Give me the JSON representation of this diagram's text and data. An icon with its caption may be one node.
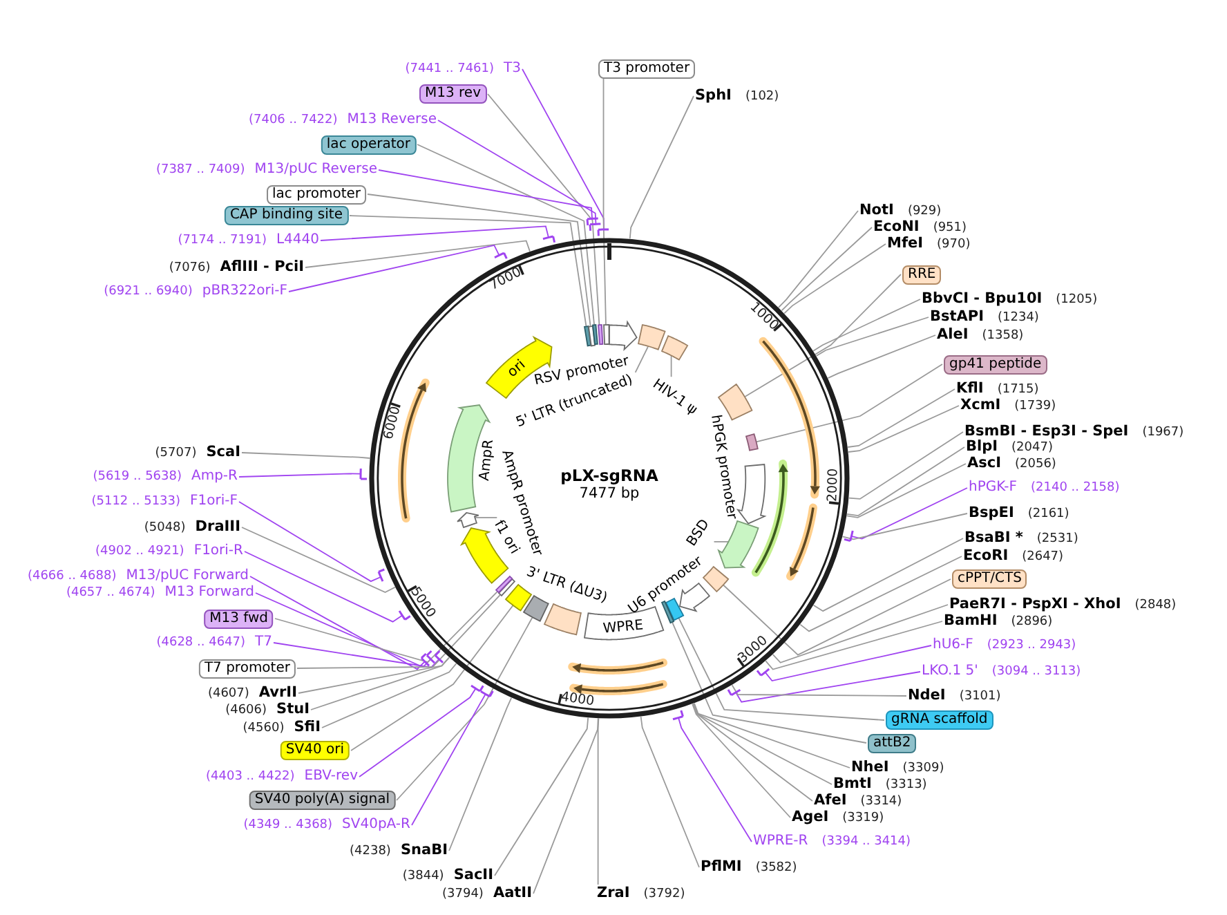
{
  "diagram": {
    "nodes": [
      {
        "text": [
          "pLX-sgRNA",
          "7477 bp"
        ]
      },
      {
        "text": [],
        "shape": "arrow",
        "in": 0,
        "beside": [
          "RSV promoter"
        ]
      },
      {
        "text": [],
        "shape": "box",
        "in": 0
      },
      {
        "text": [],
        "shape": "box",
        "in": 0
      },
      {
        "text": [],
        "shape": "box",
        "in": 0
      },
      {
        "text": [],
        "shape": "box",
        "in": 0
      },
      {
        "text": [],
        "shape": "arrow",
        "in": 0,
        "beside": [
          "hPGK promoter"
        ]
      },
      {
        "text": [],
        "shape": "arrow",
        "in": 0
      },
      {
        "text": [],
        "shape": "box",
        "in": 0
      },
      {
        "text": [],
        "shape": "arrow",
        "in": 0,
        "beside": [
          "U6 promoter"
        ]
      },
      {
        "text": [],
        "shape": "box",
        "in": 0
      },
      {
        "text": [],
        "shape": "box",
        "in": 0
      },
      {
        "text": [
          "WPRE"
        ],
        "in": 0
      },
      {
        "text": [],
        "shape": "box",
        "in": 0,
        "beside": [
          "3' LTR (ΔU3)"
        ]
      },
      {
        "text": [],
        "shape": "box",
        "in": 0
      },
      {
        "text": [],
        "shape": "box",
        "in": 0
      },
      {
        "text": [],
        "shape": "box",
        "in": 0
      },
      {
        "text": [],
        "shape": "box",
        "in": 0
      },
      {
        "text": [],
        "shape": "arrow",
        "in": 0,
        "beside": [
          "f1 ori"
        ]
      },
      {
        "text": [],
        "shape": "arrow",
        "in": 0
      },
      {
        "text": [],
        "shape": "arrow",
        "in": 0,
        "beside": [
          "AmpR"
        ]
      },
      {
        "text": [
          "ori"
        ],
        "in": 0
      },
      {
        "text": [],
        "shape": "box",
        "in": 0
      },
      {
        "text": [],
        "shape": "box",
        "in": 0
      },
      {
        "text": [],
        "shape": "box",
        "in": 0
      },
      {
        "text": [],
        "shape": "box",
        "in": 0
      },
      {
        "text": [],
        "shape": "box",
        "in": 0
      },
      {
        "text": [
          "5' LTR (truncated)"
        ],
        "in": 0
      },
      {
        "text": [
          "HIV-1 ψ"
        ],
        "in": 0
      },
      {
        "text": [
          "BSD"
        ],
        "in": 0
      },
      {
        "text": [
          "(7441 .. 7461)",
          "T3"
        ]
      },
      {
        "text": [
          "M13 rev"
        ]
      },
      {
        "text": [
          "(7406 .. 7422)",
          "M13 Reverse"
        ]
      },
      {
        "text": [
          "lac operator"
        ]
      },
      {
        "text": [
          "(7387 .. 7409)",
          "M13/pUC Reverse"
        ]
      },
      {
        "text": [
          "lac promoter"
        ]
      },
      {
        "text": [
          "CAP binding site"
        ]
      },
      {
        "text": [
          "(7174 .. 7191)",
          "L4440"
        ]
      },
      {
        "text": [
          "(7076)",
          "AflIII - PciI"
        ]
      },
      {
        "text": [
          "(6921 .. 6940)",
          "pBR322ori-F"
        ]
      },
      {
        "text": [
          "T3 promoter"
        ]
      },
      {
        "text": [
          "SphI",
          "(102)"
        ]
      },
      {
        "text": [
          "NotI",
          "(929)"
        ]
      },
      {
        "text": [
          "EcoNI",
          "(951)"
        ]
      },
      {
        "text": [
          "MfeI",
          "(970)"
        ]
      },
      {
        "text": [
          "RRE"
        ]
      },
      {
        "text": [
          "BbvCI - Bpu10I",
          "(1205)"
        ]
      },
      {
        "text": [
          "BstAPI",
          "(1234)"
        ]
      },
      {
        "text": [
          "AleI",
          "(1358)"
        ]
      },
      {
        "text": [
          "gp41 peptide"
        ]
      },
      {
        "text": [
          "KflI",
          "(1715)"
        ]
      },
      {
        "text": [
          "XcmI",
          "(1739)"
        ]
      },
      {
        "text": [
          "BsmBI - Esp3I - SpeI",
          "(1967)"
        ]
      },
      {
        "text": [
          "BlpI",
          "(2047)"
        ]
      },
      {
        "text": [
          "AscI",
          "(2056)"
        ]
      },
      {
        "text": [
          "hPGK-F",
          "(2140 .. 2158)"
        ]
      },
      {
        "text": [
          "BspEI",
          "(2161)"
        ]
      },
      {
        "text": [
          "BsaBI *",
          "(2531)"
        ]
      },
      {
        "text": [
          "EcoRI",
          "(2647)"
        ]
      },
      {
        "text": [
          "cPPT/CTS"
        ]
      },
      {
        "text": [
          "PaeR7I - PspXI - XhoI",
          "(2848)"
        ]
      },
      {
        "text": [
          "BamHI",
          "(2896)"
        ]
      },
      {
        "text": [
          "hU6-F",
          "(2923 .. 2943)"
        ]
      },
      {
        "text": [
          "LKO.1 5'",
          "(3094 .. 3113)"
        ]
      },
      {
        "text": [
          "NdeI",
          "(3101)"
        ]
      },
      {
        "text": [
          "gRNA scaffold"
        ]
      },
      {
        "text": [
          "attB2"
        ]
      },
      {
        "text": [
          "NheI",
          "(3309)"
        ]
      },
      {
        "text": [
          "BmtI",
          "(3313)"
        ]
      },
      {
        "text": [
          "AfeI",
          "(3314)"
        ]
      },
      {
        "text": [
          "AgeI",
          "(3319)"
        ]
      },
      {
        "text": [
          "WPRE-R",
          "(3394 .. 3414)"
        ]
      },
      {
        "text": [
          "PflMI",
          "(3582)"
        ]
      },
      {
        "text": [
          "ZraI",
          "(3792)"
        ]
      },
      {
        "text": [
          "(5707)",
          "ScaI"
        ]
      },
      {
        "text": [
          "(5619 .. 5638)",
          "Amp-R"
        ]
      },
      {
        "text": [
          "(5112 .. 5133)",
          "F1ori-F"
        ]
      },
      {
        "text": [
          "(5048)",
          "DraIII"
        ]
      },
      {
        "text": [
          "(4902 .. 4921)",
          "F1ori-R"
        ]
      },
      {
        "text": [
          "(4666 .. 4688)",
          "M13/pUC Forward"
        ]
      },
      {
        "text": [
          "(4657 .. 4674)",
          "M13 Forward"
        ]
      },
      {
        "text": [
          "M13 fwd"
        ]
      },
      {
        "text": [
          "(4628 .. 4647)",
          "T7"
        ]
      },
      {
        "text": [
          "T7 promoter"
        ]
      },
      {
        "text": [
          "(4607)",
          "AvrII"
        ]
      },
      {
        "text": [
          "(4606)",
          "StuI"
        ]
      },
      {
        "text": [
          "(4560)",
          "SfiI"
        ]
      },
      {
        "text": [
          "SV40 ori"
        ]
      },
      {
        "text": [
          "(4403 .. 4422)",
          "EBV-rev"
        ]
      },
      {
        "text": [
          "SV40 poly(A) signal"
        ]
      },
      {
        "text": [
          "(4349 .. 4368)",
          "SV40pA-R"
        ]
      },
      {
        "text": [
          "(4238)",
          "SnaBI"
        ]
      },
      {
        "text": [
          "(3844)",
          "SacII"
        ]
      },
      {
        "text": [
          "(3794)",
          "AatII"
        ]
      },
      {
        "text": [],
        "shape": "bar"
      },
      {
        "text": [],
        "shape": "bar"
      },
      {
        "text": [],
        "shape": "bar"
      },
      {
        "text": [],
        "shape": "bar"
      },
      {
        "text": [],
        "shape": "bar"
      },
      {
        "text": [],
        "shape": "bar"
      },
      {
        "text": [],
        "shape": "bar"
      },
      {
        "text": [],
        "shape": "bar"
      },
      {
        "text": [],
        "shape": "bar"
      },
      {
        "text": [],
        "shape": "bar"
      },
      {
        "text": [],
        "shape": "bar"
      },
      {
        "text": [],
        "shape": "bar"
      },
      {
        "text": [],
        "shape": "bar"
      },
      {
        "text": [],
        "shape": "bar"
      },
      {
        "text": [],
        "shape": "bar"
      },
      {
        "text": [],
        "shape": "bar"
      },
      {
        "text": [],
        "shape": "bar"
      },
      {
        "text": [
          "AmpR promoter"
        ],
        "in": 0
      }
    ],
    "edges": [
      {
        "from": 27,
        "to": 2,
        "arrow": "none"
      },
      {
        "from": 28,
        "to": 3,
        "arrow": "none"
      },
      {
        "from": 29,
        "to": 7,
        "arrow": "none"
      },
      {
        "from": 30,
        "to": 94,
        "arrow": "none",
        "color": "#a044f0"
      },
      {
        "from": 31,
        "to": 25,
        "arrow": "none"
      },
      {
        "from": 32,
        "to": 95,
        "arrow": "none",
        "color": "#a044f0"
      },
      {
        "from": 33,
        "to": 24,
        "arrow": "none"
      },
      {
        "from": 34,
        "to": 96,
        "arrow": "none",
        "color": "#a044f0"
      },
      {
        "from": 35,
        "to": 23,
        "arrow": "none"
      },
      {
        "from": 36,
        "to": 22,
        "arrow": "none"
      },
      {
        "from": 37,
        "to": 97,
        "arrow": "none",
        "color": "#a044f0"
      },
      {
        "from": 38,
        "to": 0,
        "arrow": "none"
      },
      {
        "from": 39,
        "to": 98,
        "arrow": "none",
        "color": "#a044f0"
      },
      {
        "from": 40,
        "to": 26,
        "arrow": "none"
      },
      {
        "from": 41,
        "to": 0,
        "arrow": "none"
      },
      {
        "from": 42,
        "to": 0,
        "arrow": "none"
      },
      {
        "from": 43,
        "to": 0,
        "arrow": "none"
      },
      {
        "from": 44,
        "to": 0,
        "arrow": "none"
      },
      {
        "from": 45,
        "to": 4,
        "arrow": "none"
      },
      {
        "from": 46,
        "to": 0,
        "arrow": "none"
      },
      {
        "from": 47,
        "to": 0,
        "arrow": "none"
      },
      {
        "from": 48,
        "to": 0,
        "arrow": "none"
      },
      {
        "from": 49,
        "to": 5,
        "arrow": "none"
      },
      {
        "from": 50,
        "to": 0,
        "arrow": "none"
      },
      {
        "from": 51,
        "to": 0,
        "arrow": "none"
      },
      {
        "from": 52,
        "to": 0,
        "arrow": "none"
      },
      {
        "from": 53,
        "to": 0,
        "arrow": "none"
      },
      {
        "from": 54,
        "to": 0,
        "arrow": "none"
      },
      {
        "from": 55,
        "to": 99,
        "arrow": "none",
        "color": "#a044f0"
      },
      {
        "from": 56,
        "to": 0,
        "arrow": "none"
      },
      {
        "from": 57,
        "to": 0,
        "arrow": "none"
      },
      {
        "from": 58,
        "to": 0,
        "arrow": "none"
      },
      {
        "from": 59,
        "to": 8,
        "arrow": "none"
      },
      {
        "from": 60,
        "to": 0,
        "arrow": "none"
      },
      {
        "from": 61,
        "to": 0,
        "arrow": "none"
      },
      {
        "from": 62,
        "to": 100,
        "arrow": "none",
        "color": "#a044f0"
      },
      {
        "from": 63,
        "to": 101,
        "arrow": "none",
        "color": "#a044f0"
      },
      {
        "from": 64,
        "to": 0,
        "arrow": "none"
      },
      {
        "from": 65,
        "to": 10,
        "arrow": "none"
      },
      {
        "from": 66,
        "to": 11,
        "arrow": "none"
      },
      {
        "from": 67,
        "to": 0,
        "arrow": "none"
      },
      {
        "from": 68,
        "to": 0,
        "arrow": "none"
      },
      {
        "from": 69,
        "to": 0,
        "arrow": "none"
      },
      {
        "from": 70,
        "to": 0,
        "arrow": "none"
      },
      {
        "from": 71,
        "to": 102,
        "arrow": "none",
        "color": "#a044f0"
      },
      {
        "from": 72,
        "to": 0,
        "arrow": "none"
      },
      {
        "from": 73,
        "to": 0,
        "arrow": "none"
      },
      {
        "from": 74,
        "to": 0,
        "arrow": "none"
      },
      {
        "from": 75,
        "to": 103,
        "arrow": "none",
        "color": "#a044f0"
      },
      {
        "from": 76,
        "to": 104,
        "arrow": "none",
        "color": "#a044f0"
      },
      {
        "from": 77,
        "to": 0,
        "arrow": "none"
      },
      {
        "from": 78,
        "to": 105,
        "arrow": "none",
        "color": "#a044f0"
      },
      {
        "from": 79,
        "to": 106,
        "arrow": "none",
        "color": "#a044f0"
      },
      {
        "from": 80,
        "to": 107,
        "arrow": "none",
        "color": "#a044f0"
      },
      {
        "from": 81,
        "to": 17,
        "arrow": "none"
      },
      {
        "from": 82,
        "to": 108,
        "arrow": "none",
        "color": "#a044f0"
      },
      {
        "from": 83,
        "to": 16,
        "arrow": "none"
      },
      {
        "from": 84,
        "to": 0,
        "arrow": "none"
      },
      {
        "from": 85,
        "to": 0,
        "arrow": "none"
      },
      {
        "from": 86,
        "to": 0,
        "arrow": "none"
      },
      {
        "from": 87,
        "to": 15,
        "arrow": "none"
      },
      {
        "from": 88,
        "to": 109,
        "arrow": "none",
        "color": "#a044f0"
      },
      {
        "from": 89,
        "to": 14,
        "arrow": "none"
      },
      {
        "from": 90,
        "to": 110,
        "arrow": "none",
        "color": "#a044f0"
      },
      {
        "from": 91,
        "to": 0,
        "arrow": "none"
      },
      {
        "from": 92,
        "to": 0,
        "arrow": "none"
      },
      {
        "from": 93,
        "to": 0,
        "arrow": "none"
      },
      {
        "from": 111,
        "to": 19,
        "arrow": "none"
      }
    ],
    "labels": [
      "1000",
      "2000",
      "3000",
      "4000",
      "5000",
      "6000",
      "7000"
    ]
  }
}
